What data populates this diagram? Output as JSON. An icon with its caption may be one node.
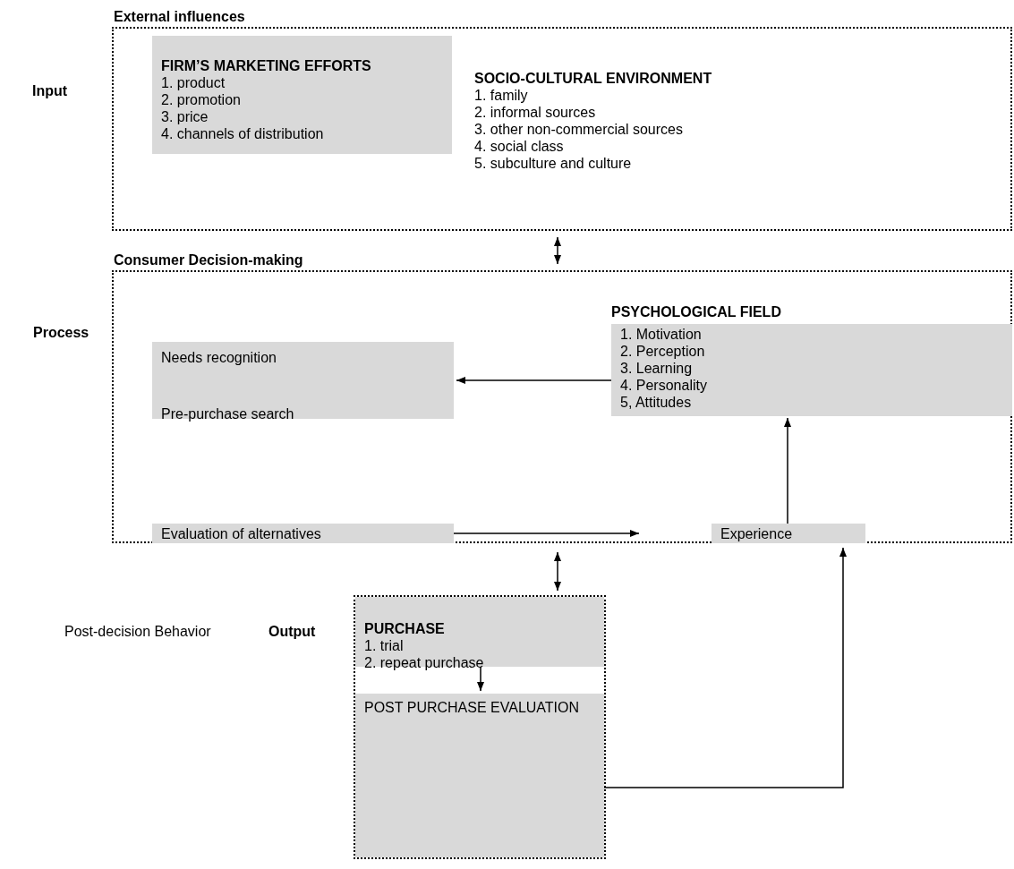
{
  "diagram": {
    "nodes": [
      {
        "text": [
          "External influences",
          "SOCIO-CULTURAL ENVIRONMENT",
          "1. family",
          "2. informal sources",
          "3. other non-commercial sources",
          "4. social class",
          "5. subculture and culture"
        ]
      },
      {
        "text": [
          "FIRM’S MARKETING EFFORTS",
          "1. product",
          "2. promotion",
          "3. price",
          "4. channels of distribution"
        ],
        "in": 0
      },
      {
        "text": [
          "Consumer Decision-making"
        ]
      },
      {
        "text": [
          "Needs recognition",
          "Pre-purchase search"
        ],
        "in": 2
      },
      {
        "text": [
          "PSYCHOLOGICAL FIELD",
          "1. Motivation",
          "2. Perception",
          "3. Learning",
          "4. Personality",
          "5, Attitudes"
        ],
        "in": 2
      },
      {
        "text": [
          "Evaluation of alternatives"
        ],
        "in": 2
      },
      {
        "text": [
          "Experience"
        ],
        "in": 2
      },
      {
        "text": [],
        "shape": "box"
      },
      {
        "text": [
          "PURCHASE",
          "1. trial",
          "2. repeat purchase"
        ],
        "in": 7
      },
      {
        "text": [
          "POST PURCHASE EVALUATION"
        ],
        "in": 7
      }
    ],
    "edges": [
      {
        "from": 0,
        "to": 2,
        "arrow": "both"
      },
      {
        "from": 4,
        "to": 3,
        "arrow": "to"
      },
      {
        "from": 5,
        "to": null,
        "arrow": "to"
      },
      {
        "from": 6,
        "to": 4,
        "arrow": "to"
      },
      {
        "from": 2,
        "to": 7,
        "arrow": "both"
      },
      {
        "from": 8,
        "to": 9,
        "arrow": "to"
      },
      {
        "from": 9,
        "to": 6,
        "arrow": "to"
      }
    ],
    "labels": [
      "Input",
      "Process",
      "Post-decision Behavior",
      "Output"
    ]
  }
}
